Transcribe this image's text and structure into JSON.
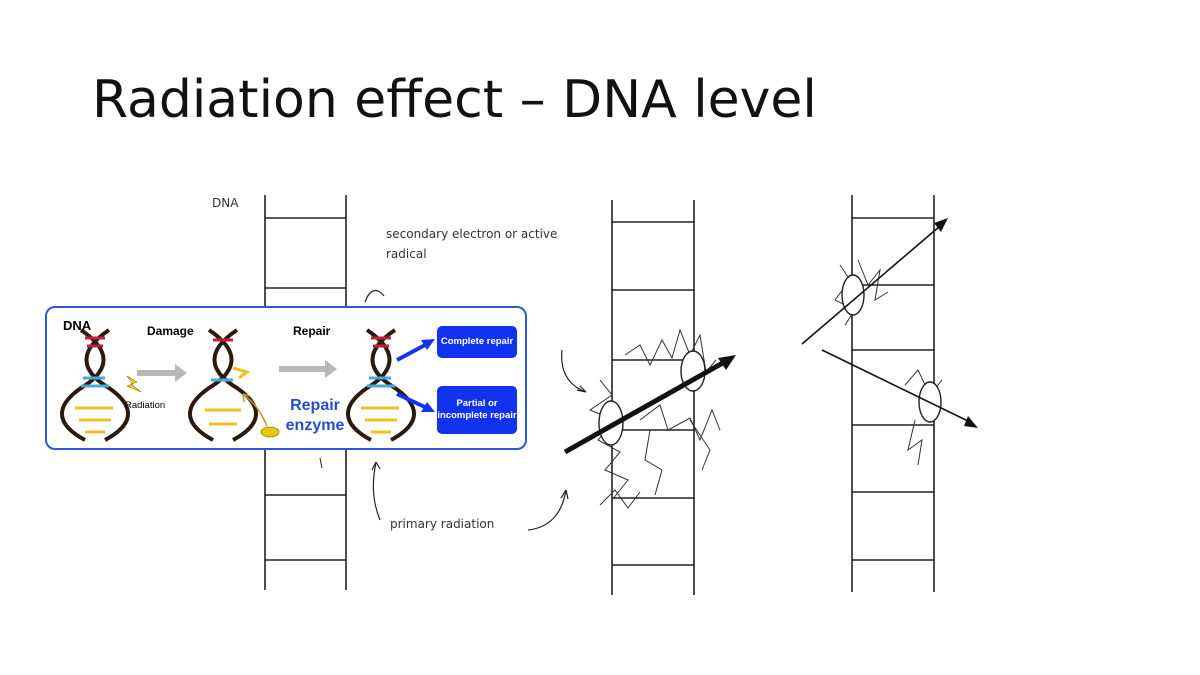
{
  "slide": {
    "title": "Radiation effect – DNA level"
  },
  "sketch": {
    "dna_label": "DNA",
    "secondary_line1": "secondary electron or active",
    "secondary_line2": "radical",
    "primary_label": "primary radiation"
  },
  "inset": {
    "dna_label": "DNA",
    "damage_label": "Damage",
    "repair_label": "Repair",
    "radiation_label": "Radiation",
    "enzyme_line1": "Repair",
    "enzyme_line2": "enzyme",
    "complete_box": "Complete repair",
    "partial_box": "Partial or incomplete repair",
    "box_color": "#1133ee",
    "border_color": "#2a5bd7"
  }
}
